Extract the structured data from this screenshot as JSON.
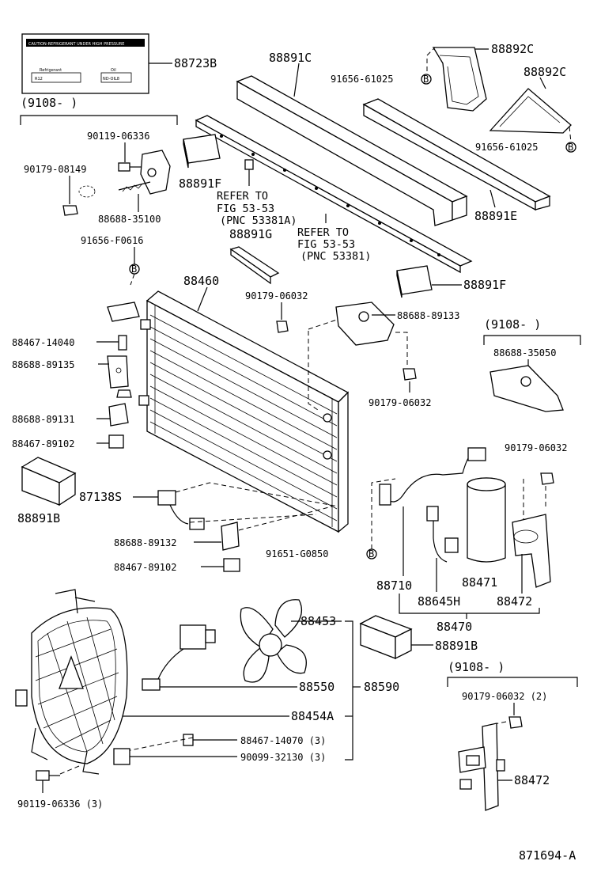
{
  "diagram_code": "871694-A",
  "callouts": {
    "c88723B": "88723B",
    "c88891C": "88891C",
    "c88892C_top": "88892C",
    "c91656_61025_top": "91656-61025",
    "c88892C_right": "88892C",
    "c91656_61025_right": "91656-61025",
    "c88891E": "88891E",
    "c9108_left": "(9108-        )",
    "c90119_06336": "90119-06336",
    "c90179_08149": "90179-08149",
    "c88891F_top": "88891F",
    "c88688_35100": "88688-35100",
    "refer1_l1": "REFER TO",
    "refer1_l2": "FIG 53-53",
    "refer1_l3": "(PNC 53381A)",
    "c88891G": "88891G",
    "refer2_l1": "REFER TO",
    "refer2_l2": "FIG 53-53",
    "refer2_l3": "(PNC 53381)",
    "c91656_F0616": "91656-F0616",
    "c88891F_mid": "88891F",
    "c88460": "88460",
    "c90179_06032_a": "90179-06032",
    "c88688_89133": "88688-89133",
    "c9108_right": "(9108-      )",
    "c88688_35050": "88688-35050",
    "c88467_14040": "88467-14040",
    "c88688_89135": "88688-89135",
    "c90179_06032_b": "90179-06032",
    "c88688_89131": "88688-89131",
    "c88467_89102_a": "88467-89102",
    "c90179_06032_c": "90179-06032",
    "c88891B_left": "88891B",
    "c87138S": "87138S",
    "c88688_89132": "88688-89132",
    "c91651_G0850": "91651-G0850",
    "c88467_89102_b": "88467-89102",
    "c88710": "88710",
    "c88471": "88471",
    "c88645H": "88645H",
    "c88472_a": "88472",
    "c88470": "88470",
    "c88453": "88453",
    "c88891B_right": "88891B",
    "c9108_bottom": "(9108-        )",
    "c88550": "88550",
    "c88590": "88590",
    "c90179_06032_2": "90179-06032 (2)",
    "c88454A": "88454A",
    "c88467_14070": "88467-14070 (3)",
    "c90099_32130": "90099-32130 (3)",
    "c88472_b": "88472",
    "c90119_06336_3": "90119-06336 (3)"
  },
  "marker_letter": "B",
  "warning_label": {
    "header": "CAUTION-REFRIGERANT UNDER HIGH PRESSURE",
    "refrigerant_caption": "Refrigerant",
    "refrigerant_value": "R12",
    "oil_caption": "Oil",
    "oil_value": "ND-OIL8"
  }
}
